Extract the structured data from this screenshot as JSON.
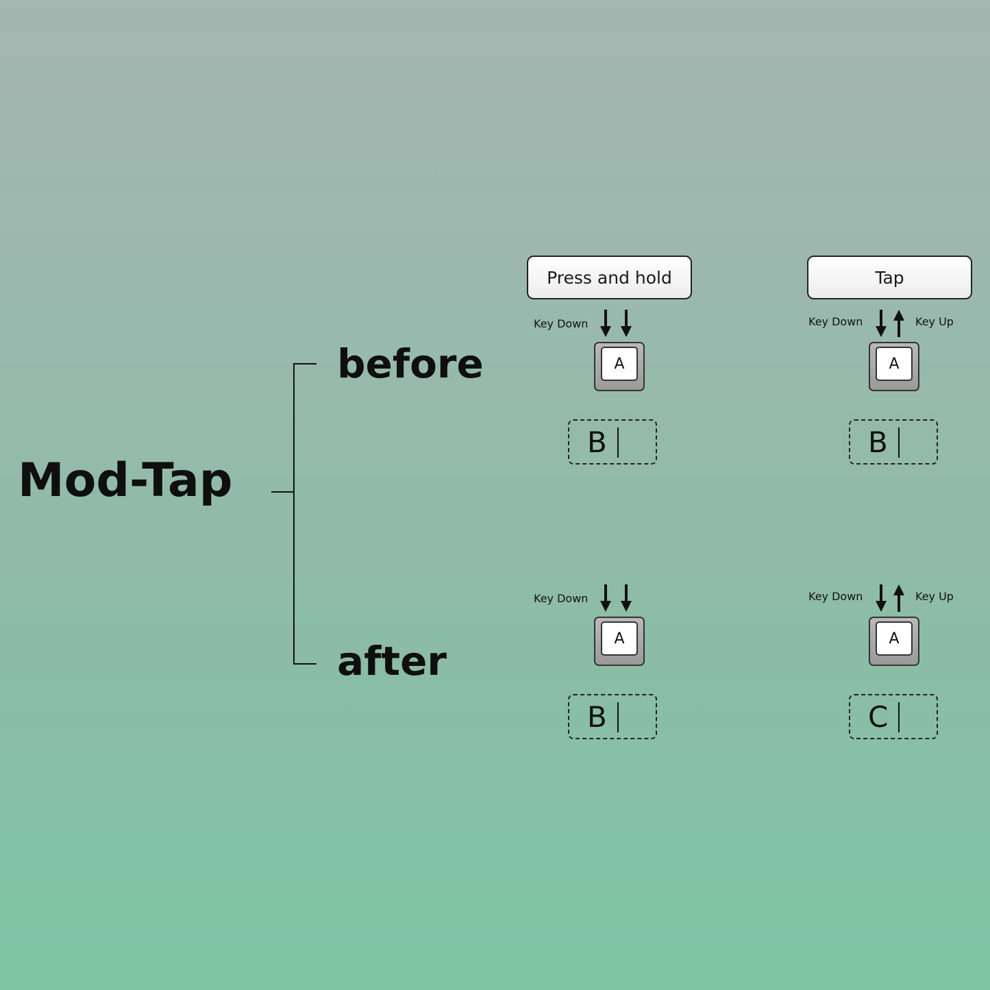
{
  "title": "Mod-Tap",
  "rows": {
    "before": {
      "label": "before"
    },
    "after": {
      "label": "after"
    }
  },
  "modes": {
    "hold": {
      "label": "Press and hold"
    },
    "tap": {
      "label": "Tap"
    }
  },
  "key_labels": {
    "key_down": "Key Down",
    "key_up": "Key Up"
  },
  "cells": {
    "before_hold": {
      "keycap": "A",
      "output": "B"
    },
    "before_tap": {
      "keycap": "A",
      "output": "B"
    },
    "after_hold": {
      "keycap": "A",
      "output": "B"
    },
    "after_tap": {
      "keycap": "A",
      "output": "C"
    }
  }
}
